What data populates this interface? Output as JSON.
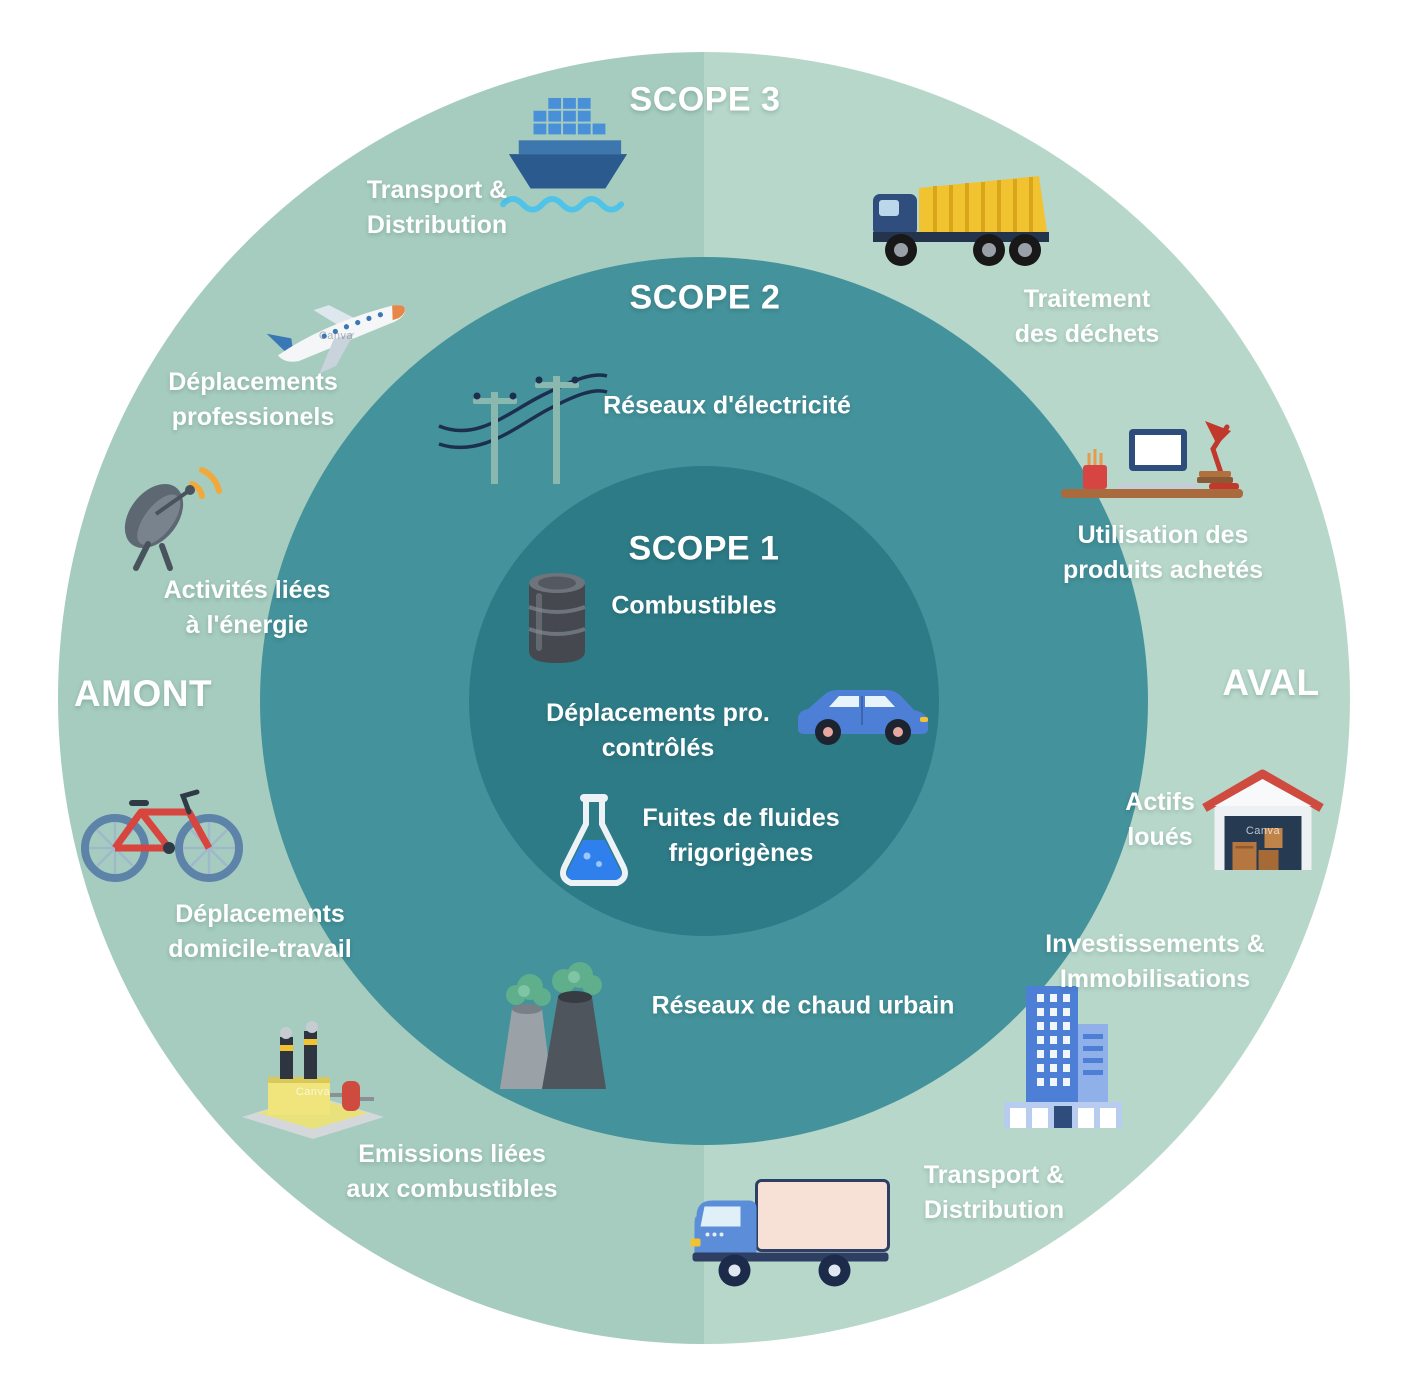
{
  "rings": {
    "scope3": "SCOPE 3",
    "scope2": "SCOPE 2",
    "scope1": "SCOPE 1"
  },
  "sides": {
    "amont": "AMONT",
    "aval": "AVAL"
  },
  "colors": {
    "outer_left": "#a5ccbf",
    "outer_right": "#b6d7ca",
    "scope2_ring": "#44929b",
    "scope1_circle": "#2d7b86",
    "label_text": "#ffffff"
  },
  "watermark": "Canva",
  "scope3_items": [
    {
      "label": "Transport &\nDistribution",
      "icon": "cargo-ship"
    },
    {
      "label": "Traitement\ndes déchets",
      "icon": "dump-truck"
    },
    {
      "label": "Déplacements\nprofessionels",
      "icon": "airplane"
    },
    {
      "label": "Utilisation des\nproduits achetés",
      "icon": "desk-computer"
    },
    {
      "label": "Activités liées\nà l'énergie",
      "icon": "satellite-dish"
    },
    {
      "label": "Actifs\nloués",
      "icon": "warehouse"
    },
    {
      "label": "Déplacements\ndomicile-travail",
      "icon": "bicycle"
    },
    {
      "label": "Investissements &\nImmobilisations",
      "icon": "office-building"
    },
    {
      "label": "Emissions liées\naux combustibles",
      "icon": "factory"
    },
    {
      "label": "Transport &\nDistribution",
      "icon": "delivery-truck"
    }
  ],
  "scope2_items": [
    {
      "label": "Réseaux d'électricité",
      "icon": "power-lines"
    },
    {
      "label": "Réseaux de chaud urbain",
      "icon": "district-heating"
    }
  ],
  "scope1_items": [
    {
      "label": "Combustibles",
      "icon": "oil-barrel"
    },
    {
      "label": "Déplacements pro.\ncontrôlés",
      "icon": "car"
    },
    {
      "label": "Fuites de fluides\nfrigorigènes",
      "icon": "flask"
    }
  ]
}
